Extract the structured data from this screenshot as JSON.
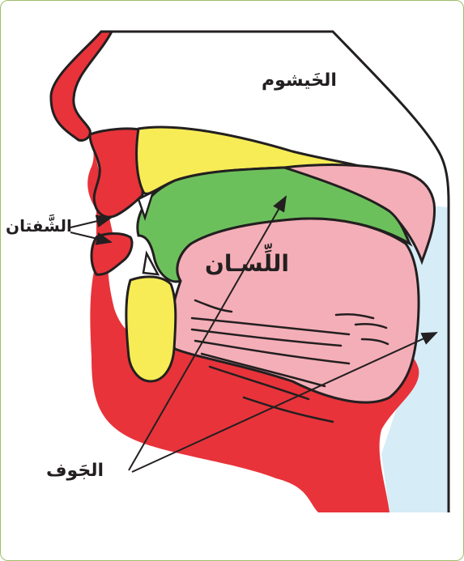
{
  "labels": {
    "nasal_cavity": "الخَيشوم",
    "lips": "الشَّفتان",
    "tongue": "اللِّسـان",
    "oral_cavity": "الجَوف"
  },
  "colors": {
    "red": "#e8333a",
    "yellow": "#f7ec55",
    "green": "#6cc05c",
    "pink": "#f4aeb7",
    "light_blue": "#d6ecf6",
    "outline": "#231f20",
    "frame": "#9fbf6a"
  }
}
